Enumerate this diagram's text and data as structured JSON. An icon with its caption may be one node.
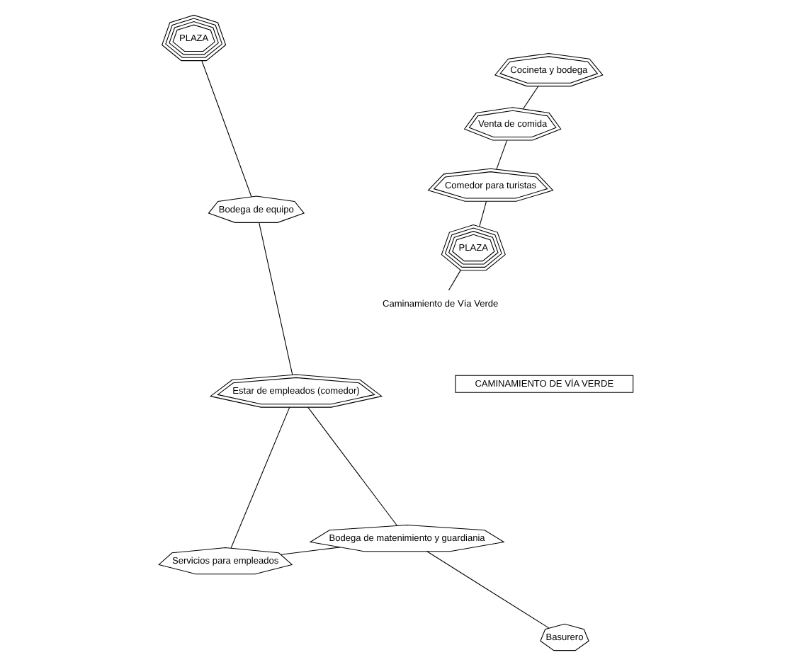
{
  "diagram": {
    "nodes": [
      {
        "text": [
          "Servicios para empleados"
        ]
      },
      {
        "text": [
          "Bodega de matenimiento y guardiania"
        ]
      },
      {
        "text": [
          "Basurero"
        ]
      },
      {
        "text": [
          "CAMINAMIENTO DE VÍA VERDE"
        ]
      },
      {
        "text": [
          "Caminamiento de Vía Verde"
        ]
      },
      {
        "text": [
          "Bodega de equipo"
        ]
      },
      {
        "text": [
          "Estar de empleados (comedor)"
        ]
      },
      {
        "text": [
          "PLAZA"
        ]
      },
      {
        "text": [
          "PLAZA"
        ]
      },
      {
        "text": [
          "Comedor para turistas"
        ]
      },
      {
        "text": [
          "Venta de comida"
        ]
      },
      {
        "text": [
          "Cocineta y bodega"
        ]
      }
    ],
    "edges": [
      {
        "from": 0,
        "to": 1,
        "arrow": "none"
      },
      {
        "from": 1,
        "to": 2,
        "arrow": "none"
      },
      {
        "from": 0,
        "to": 6,
        "arrow": "none"
      },
      {
        "from": 1,
        "to": 6,
        "arrow": "none"
      },
      {
        "from": 6,
        "to": 5,
        "arrow": "none"
      },
      {
        "from": 5,
        "to": 7,
        "arrow": "none"
      },
      {
        "from": 4,
        "to": 8,
        "arrow": "none"
      },
      {
        "from": 8,
        "to": 9,
        "arrow": "none"
      },
      {
        "from": 9,
        "to": 10,
        "arrow": "none"
      },
      {
        "from": 10,
        "to": 11,
        "arrow": "none"
      }
    ]
  }
}
